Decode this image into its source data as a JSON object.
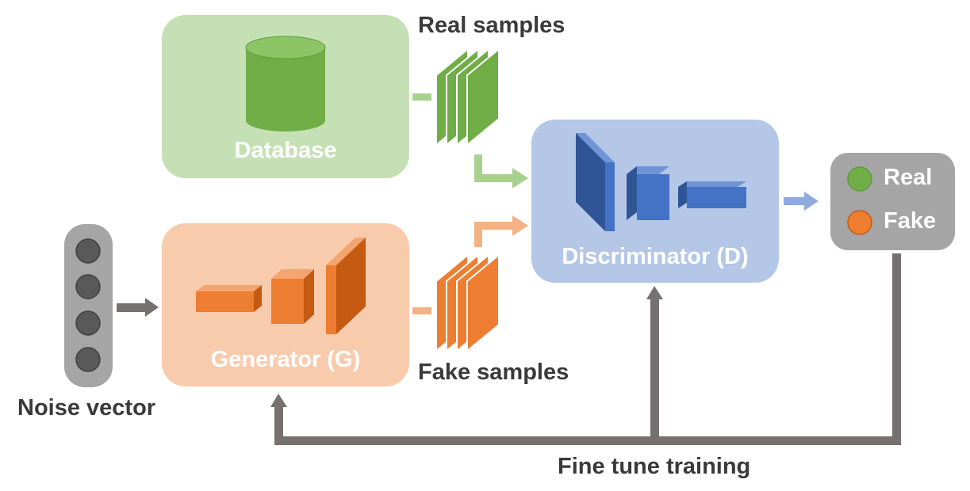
{
  "labels": {
    "database": "Database",
    "real_samples": "Real samples",
    "fake_samples": "Fake samples",
    "generator": "Generator (G)",
    "discriminator": "Discriminator (D)",
    "noise_vector": "Noise vector",
    "output_real": "Real",
    "output_fake": "Fake",
    "fine_tune": "Fine tune training"
  },
  "colors": {
    "database_panel": "#c5e0b4",
    "database_cylinder": "#70ad47",
    "generator_panel": "#f8cbad",
    "generator_blocks": "#ed7d31",
    "discriminator_panel": "#b4c7e7",
    "discriminator_blocks": "#4472c4",
    "noise_panel": "#a5a5a5",
    "output_panel": "#a5a5a5",
    "feedback_arrow": "#767171"
  }
}
